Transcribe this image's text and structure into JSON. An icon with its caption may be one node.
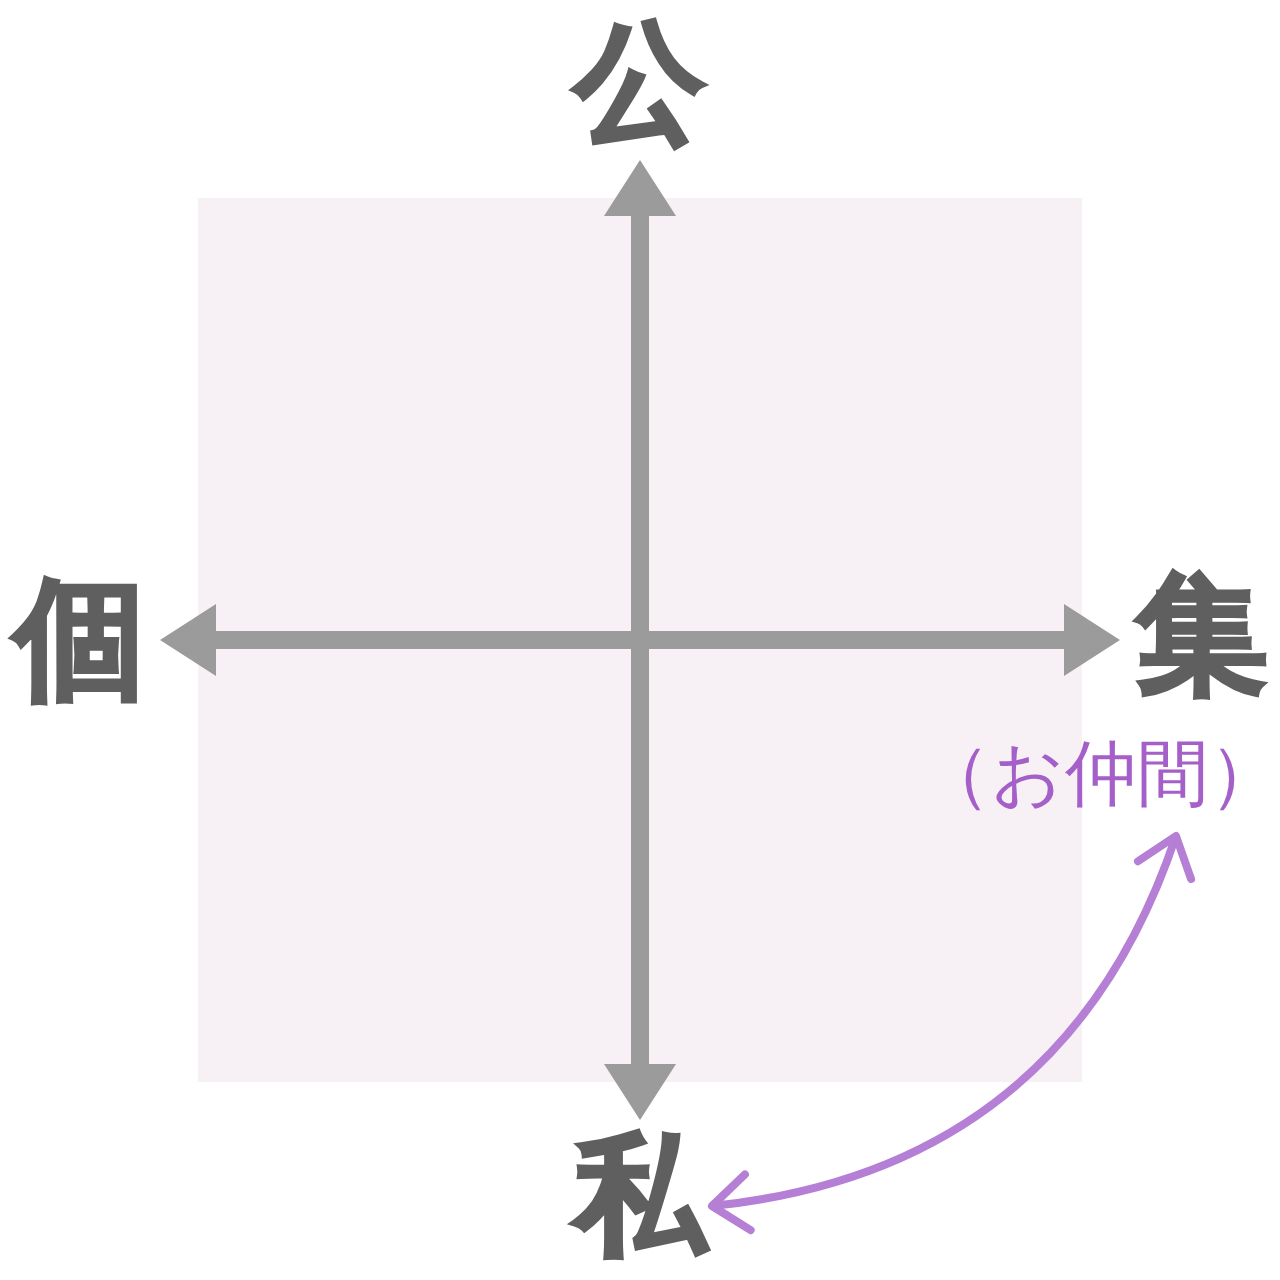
{
  "diagram": {
    "nodes": [
      {
        "text": [
          "公"
        ]
      },
      {
        "text": [
          "個"
        ]
      },
      {
        "text": [
          "集"
        ]
      },
      {
        "text": [
          "（お仲間）"
        ]
      },
      {
        "text": [
          "私"
        ]
      }
    ],
    "edges": [
      {
        "from": 4,
        "to": 0,
        "arrow": "both"
      },
      {
        "from": 1,
        "to": 2,
        "arrow": "both"
      },
      {
        "from": 3,
        "to": 4,
        "arrow": "both",
        "color": "#b47fd4"
      }
    ]
  }
}
